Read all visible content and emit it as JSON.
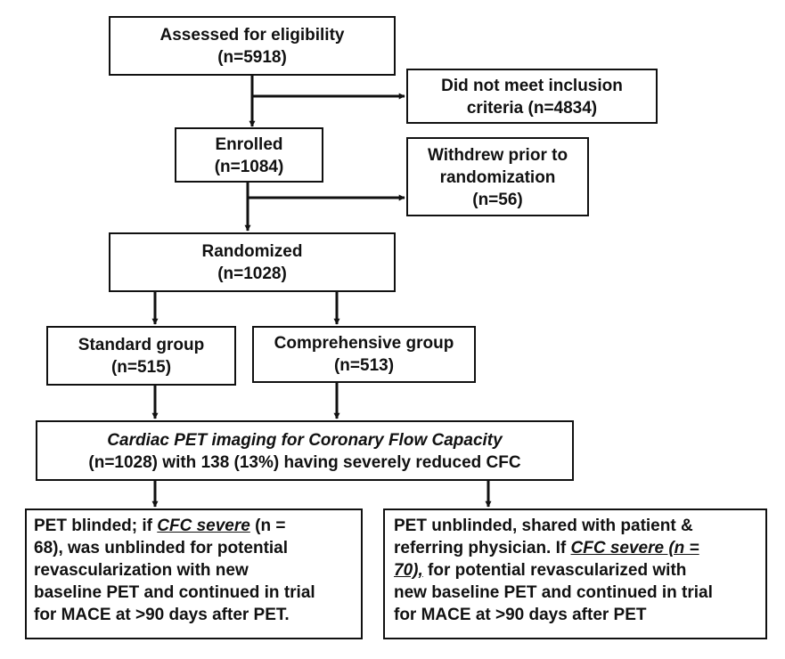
{
  "flowchart": {
    "assessed": {
      "label": "Assessed for eligibility",
      "count": "(n=5918)"
    },
    "excluded": {
      "line1": "Did not meet inclusion",
      "line2": "criteria (n=4834)"
    },
    "enrolled": {
      "label": "Enrolled",
      "count": "(n=1084)"
    },
    "withdrew": {
      "line1": "Withdrew prior to",
      "line2": "randomization",
      "count": "(n=56)"
    },
    "randomized": {
      "label": "Randomized",
      "count": "(n=1028)"
    },
    "standard": {
      "label": "Standard group",
      "count": "(n=515)"
    },
    "comprehensive": {
      "label": "Comprehensive group",
      "count": "(n=513)"
    },
    "pet_imaging": {
      "title": "Cardiac PET imaging for Coronary Flow Capacity",
      "detail": "(n=1028) with 138 (13%) having severely reduced CFC"
    },
    "standard_outcome": {
      "line1_prefix": "PET blinded; if ",
      "cfc_severe": "CFC severe",
      "line1_suffix": " (n =",
      "line2": "68), was unblinded for potential",
      "line3": "revascularization with new",
      "line4": "baseline PET and continued in trial",
      "line5": "for MACE at >90 days after PET."
    },
    "comprehensive_outcome": {
      "line1": "PET unblinded, shared with patient &",
      "line2_prefix": "referring physician. If ",
      "cfc_severe": "CFC severe (n =",
      "line3_underlined": "70),",
      "line3_suffix": " for potential revascularized with",
      "line4": "new baseline PET and continued in trial",
      "line5": "for MACE at >90 days after PET"
    }
  }
}
